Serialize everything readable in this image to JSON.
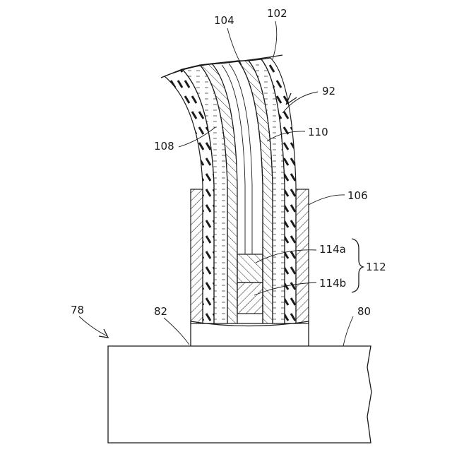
{
  "labels": {
    "l104": "104",
    "l102": "102",
    "l92": "92",
    "l110": "110",
    "l108": "108",
    "l106": "106",
    "l114a": "114a",
    "l112": "112",
    "l114b": "114b",
    "l78": "78",
    "l82": "82",
    "l80": "80"
  },
  "colors": {
    "ink": "#1a1a1a",
    "paper": "#ffffff"
  }
}
